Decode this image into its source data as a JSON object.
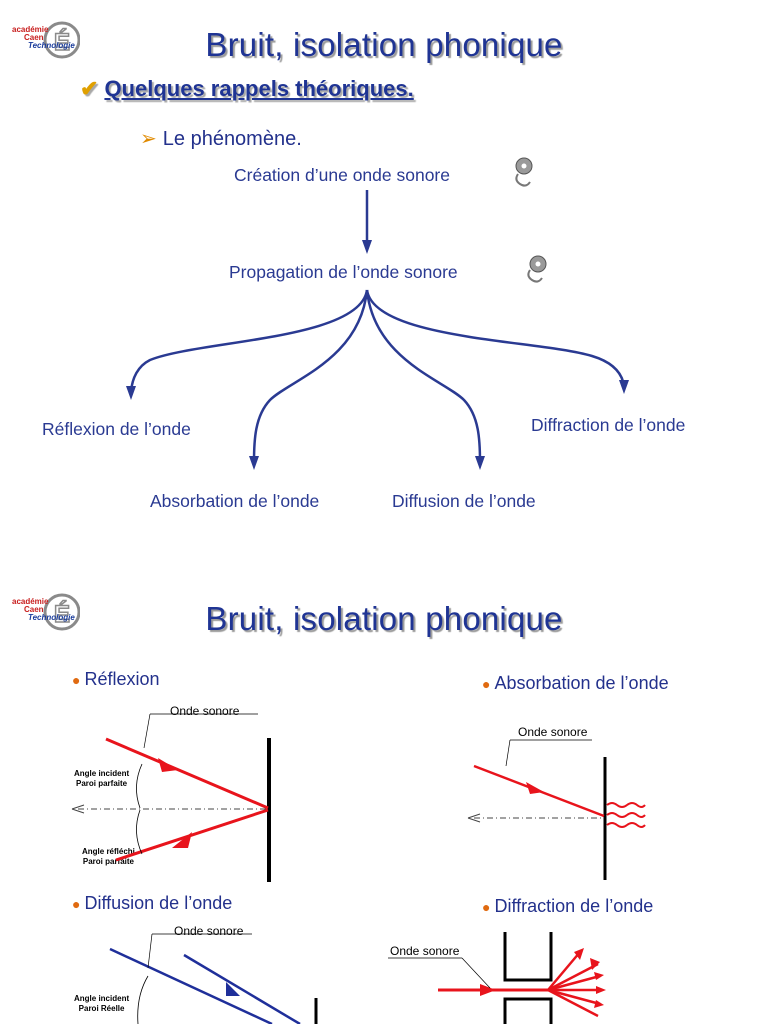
{
  "logo": {
    "line1": "académie",
    "line2": "Caen",
    "line3": "Technologie"
  },
  "slide1": {
    "title": "Bruit, isolation phonique",
    "subtitle": "Quelques rappels théoriques.",
    "bullet": "Le phénomène.",
    "flow": {
      "creation": "Création d’une onde sonore",
      "propagation": "Propagation de l’onde sonore",
      "reflexion": "Réflexion de l’onde",
      "absorbation": "Absorbation de l’onde",
      "diffusion": "Diffusion de l’onde",
      "diffraction": "Diffraction de l’onde"
    }
  },
  "slide2": {
    "title": "Bruit, isolation phonique",
    "sections": {
      "reflexion": "Réflexion",
      "absorbation": "Absorbation de l’onde",
      "diffusion": "Diffusion de l’onde",
      "diffraction": "Diffraction de l’onde"
    },
    "labels": {
      "onde_sonore": "Onde sonore",
      "angle_incident_parfaite_1": "Angle incident",
      "angle_incident_parfaite_2": "Paroi parfaite",
      "angle_reflechi_1": "Angle réfléchi",
      "angle_reflechi_2": "Paroi parfaite",
      "angle_incident_reelle_1": "Angle incident",
      "angle_incident_reelle_2": "Paroi Réelle"
    },
    "colors": {
      "wave_red": "#e8141c",
      "wave_blue": "#1f2f9a",
      "title_blue": "#1f3494"
    }
  }
}
